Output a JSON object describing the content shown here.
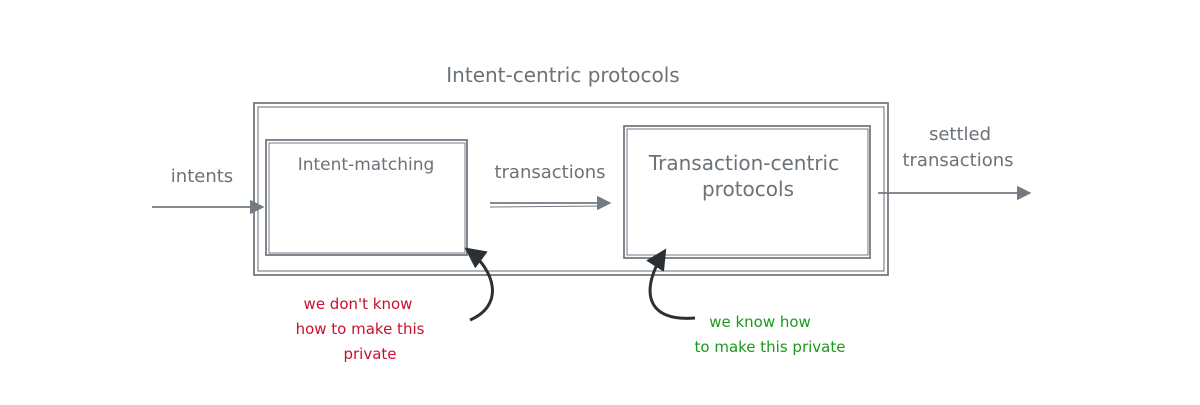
{
  "diagram": {
    "title": "Intent-centric protocols",
    "input_label": "intents",
    "matching_box_label": "Intent-matching",
    "middle_label": "transactions",
    "txn_box_label": {
      "line1": "Transaction-centric",
      "line2": "protocols"
    },
    "output_label": {
      "line1": "settled",
      "line2": "transactions"
    },
    "note_left": {
      "line1": "we don't know",
      "line2": "how to make this",
      "line3": "private",
      "color": "#c8102e"
    },
    "note_right": {
      "line1": "we know how",
      "line2": "to make this private",
      "color": "#1a9a1a"
    },
    "colors": {
      "stroke": "#737a80",
      "text": "#6b7278",
      "pointer": "#2b3033"
    }
  }
}
